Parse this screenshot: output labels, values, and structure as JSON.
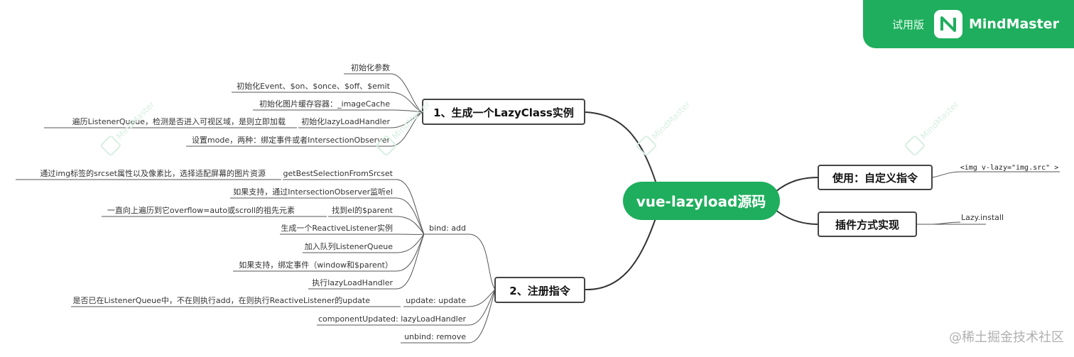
{
  "root": "vue-lazyload源码",
  "branch1": {
    "title": "1、生成一个LazyClass实例",
    "children": [
      "初始化参数",
      "初始化Event、$on、$once、$off、$emit",
      "初始化图片缓存容器：_imageCache",
      "初始化lazyLoadHandler",
      "设置mode，两种：绑定事件或者IntersectionObserver"
    ],
    "handler_note": "遍历ListenerQueue，检测是否进入可视区域，是则立即加载"
  },
  "branch2": {
    "title": "2、注册指令",
    "bind": {
      "label": "bind: add",
      "children": [
        {
          "label": "getBestSelectionFromSrcset",
          "note": "通过img标签的srcset属性以及像素比，选择适配屏幕的图片资源"
        },
        {
          "label": "如果支持，通过IntersectionObserver监听el"
        },
        {
          "label": "找到el的$parent",
          "note": "一直向上遍历到它overflow=auto或scroll的祖先元素"
        },
        {
          "label": "生成一个ReactiveListener实例"
        },
        {
          "label": "加入队列ListenerQueue"
        },
        {
          "label": "如果支持，绑定事件（window和$parent）"
        },
        {
          "label": "执行lazyLoadHandler"
        }
      ]
    },
    "update": {
      "label": "update: update",
      "note": "是否已在ListenerQueue中，不在则执行add，在则执行ReactiveListener的update"
    },
    "componentUpdated": "componentUpdated: lazyLoadHandler",
    "unbind": "unbind: remove"
  },
  "branch3": {
    "title": "使用：自定义指令",
    "child": "<img v-lazy=\"img.src\" >"
  },
  "branch4": {
    "title": "插件方式实现",
    "child": "Lazy.install"
  },
  "badge": {
    "trial": "试用版",
    "brand": "MindMaster"
  },
  "watermark": "MindMaster",
  "footer": "@稀土掘金技术社区",
  "colors": {
    "accent": "#1fae5d",
    "line": "#333333",
    "border": "#444444"
  }
}
